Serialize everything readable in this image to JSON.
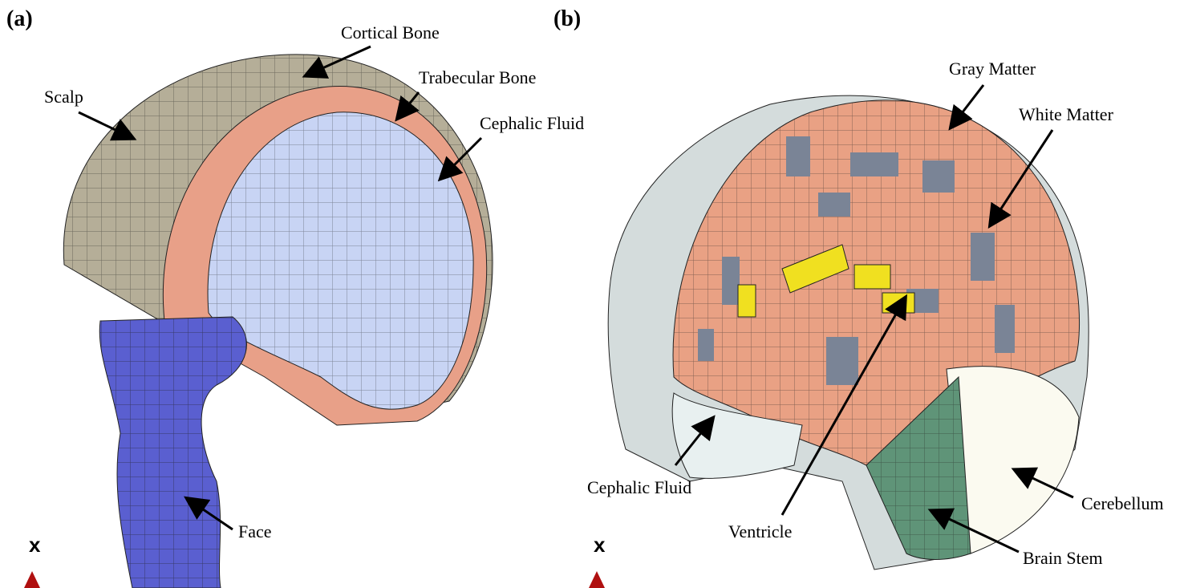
{
  "panels": [
    {
      "tag": "(a)",
      "labels": {
        "cortical_bone": "Cortical Bone",
        "trabecular_bone": "Trabecular Bone",
        "cephalic_fluid": "Cephalic Fluid",
        "scalp": "Scalp",
        "face": "Face"
      },
      "axis_label": "x"
    },
    {
      "tag": "(b)",
      "labels": {
        "gray_matter": "Gray Matter",
        "white_matter": "White Matter",
        "cephalic_fluid": "Cephalic Fluid",
        "ventricle": "Ventricle",
        "cerebellum": "Cerebellum",
        "brain_stem": "Brain Stem"
      },
      "axis_label": "x"
    }
  ],
  "colors": {
    "scalp": "#b5ae98",
    "trabecular": "#e8a088",
    "fluid": "#c8d4f4",
    "face": "#5a5fd0",
    "gray_matter": "#e9a184",
    "white_matter": "#7a8496",
    "ventricle": "#f0e020",
    "brain_stem": "#5f9478",
    "cerebellum": "#fbfaf0"
  }
}
